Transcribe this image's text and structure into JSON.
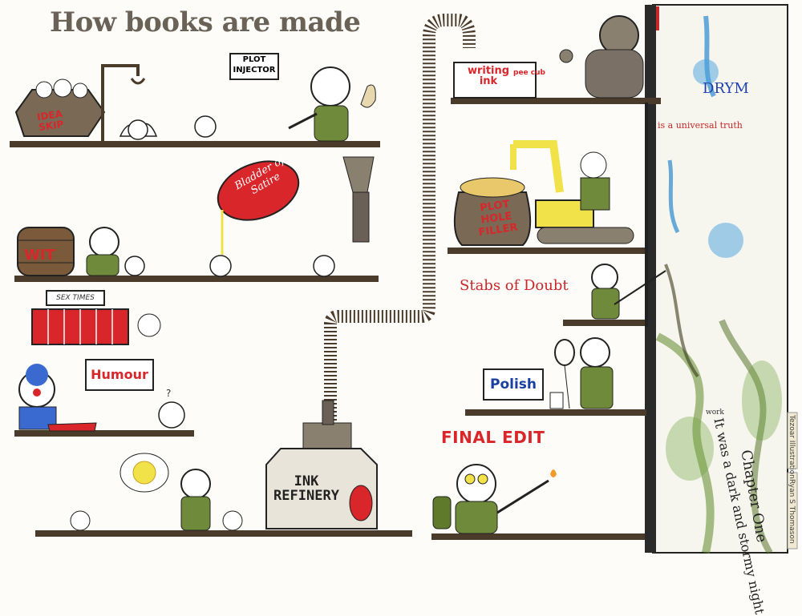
{
  "title": "How books are made",
  "signs": {
    "plot_injector": "PLOT INJECTOR",
    "idea_skip": "IDEA SKIP",
    "wit": "WIT",
    "sex_times": "SEX TIMES",
    "humour": "Humour",
    "bladder_of_satire": "Bladder of Satire",
    "ink_refinery": "INK REFINERY",
    "writing_ink": "writing ink",
    "pen_pub": "pee cub",
    "plot_hole_filler": "PLOT HOLE FILLER",
    "stabs_of_doubt": "Stabs of Doubt",
    "polish": "Polish",
    "final_edit": "FINAL EDIT",
    "question_mark": "?"
  },
  "manuscript_panel": {
    "text_1": "DRYM",
    "text_2": "is a universal truth",
    "text_3": "Chapter One",
    "text_4": "It was a dark and stormy night",
    "text_5": "work"
  },
  "credits": {
    "studio": "Tezoar Illustration",
    "artist": "Ryan S Thomason"
  },
  "colors": {
    "accent_red": "#d8262a",
    "polish_blue": "#1a3fa0",
    "machine_yellow": "#f2e24a",
    "worker_green": "#6f8a3a",
    "shelf_brown": "#4a3b2a",
    "panel_green": "#5e8a2a",
    "panel_blue": "#2a8ad0"
  }
}
